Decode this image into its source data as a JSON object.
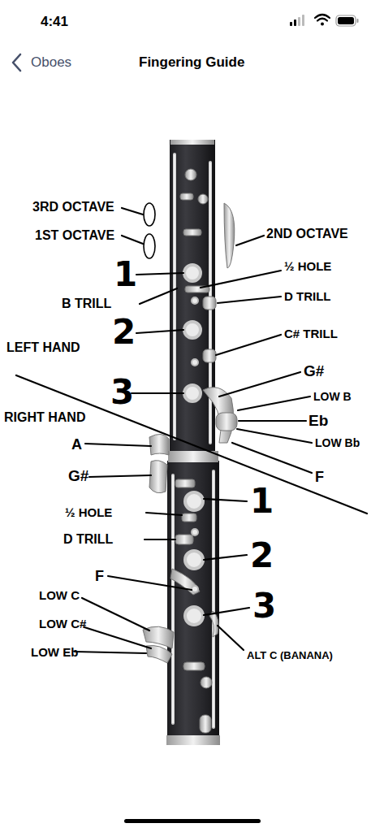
{
  "diagram": {
    "title": "Fingering Guide",
    "labels": [
      "4:41",
      "Oboes",
      "3RD OCTAVE",
      "1ST OCTAVE",
      "1",
      "2ND OCTAVE",
      "½ HOLE",
      "B TRILL",
      "D TRILL",
      "2",
      "C# TRILL",
      "LEFT HAND",
      "3",
      "G#",
      "LOW B",
      "Eb",
      "LOW Bb",
      "RIGHT HAND",
      "A",
      "G#",
      "F",
      "1",
      "½ HOLE",
      "D TRILL",
      "2",
      "F",
      "3",
      "LOW C",
      "LOW C#",
      "LOW Eb",
      "ALT C (BANANA)"
    ]
  }
}
